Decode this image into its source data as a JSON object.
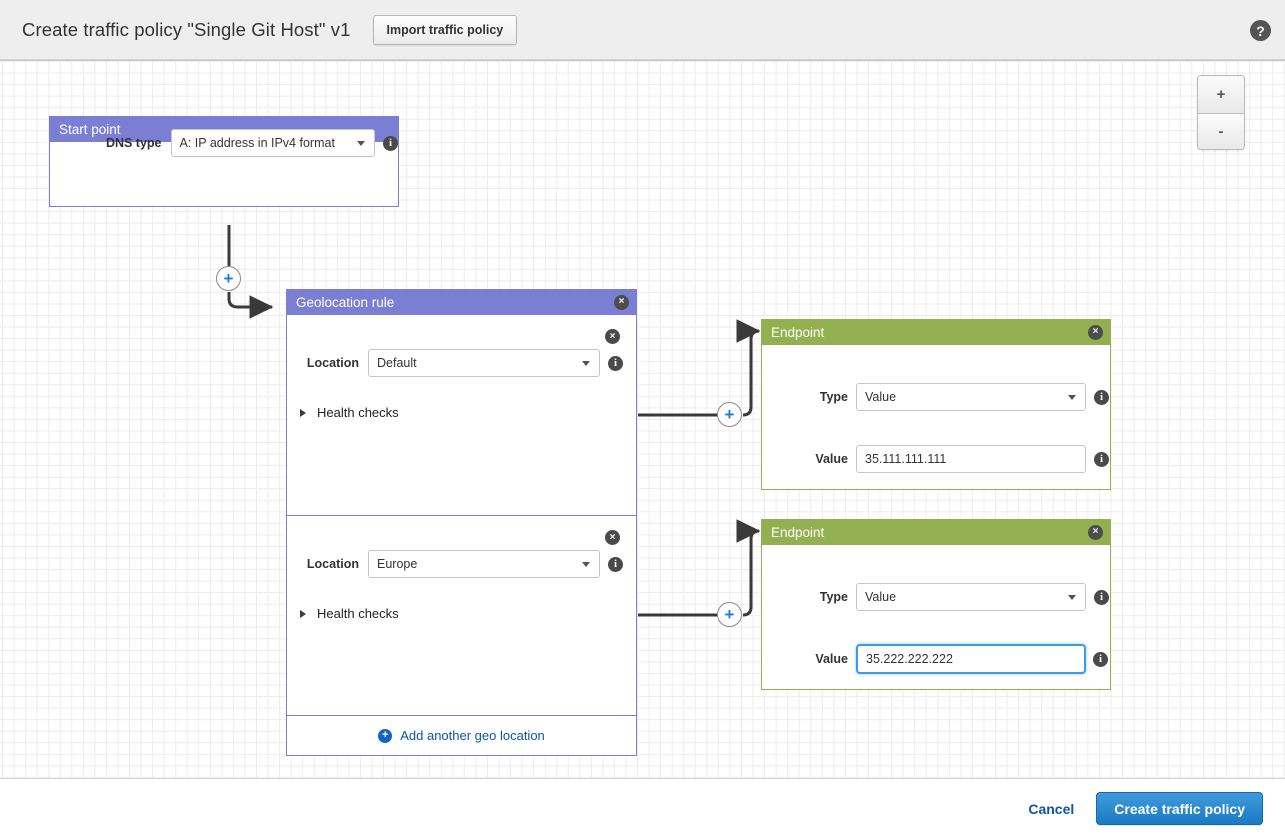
{
  "header": {
    "title": "Create traffic policy \"Single Git Host\" v1",
    "import_button": "Import traffic policy",
    "help_icon": "help-icon",
    "help_glyph": "?"
  },
  "zoom_controls": {
    "zoom_in": "+",
    "zoom_out": "-"
  },
  "icons": {
    "close_glyph": "×",
    "info_glyph": "i",
    "plus_glyph": "+"
  },
  "start_point": {
    "title": "Start point",
    "dns_type_label": "DNS type",
    "dns_type_value": "A: IP address in IPv4 format"
  },
  "geolocation_rule": {
    "title": "Geolocation rule",
    "locations": [
      {
        "label": "Location",
        "value": "Default",
        "health_checks_label": "Health checks"
      },
      {
        "label": "Location",
        "value": "Europe",
        "health_checks_label": "Health checks"
      }
    ],
    "add_location_label": "Add another geo location"
  },
  "endpoints": [
    {
      "title": "Endpoint",
      "type_label": "Type",
      "type_value": "Value",
      "value_label": "Value",
      "value": "35.111.111.111",
      "focused": false
    },
    {
      "title": "Endpoint",
      "type_label": "Type",
      "type_value": "Value",
      "value_label": "Value",
      "value": "35.222.222.222",
      "focused": true
    }
  ],
  "footer": {
    "cancel_label": "Cancel",
    "create_label": "Create traffic policy"
  },
  "colors": {
    "rule_header": "#7b7fd4",
    "endpoint_header": "#92b04f",
    "primary_button": "#1a7ac4",
    "link": "#0a57a4",
    "focus_ring": "#3d9ae8"
  }
}
